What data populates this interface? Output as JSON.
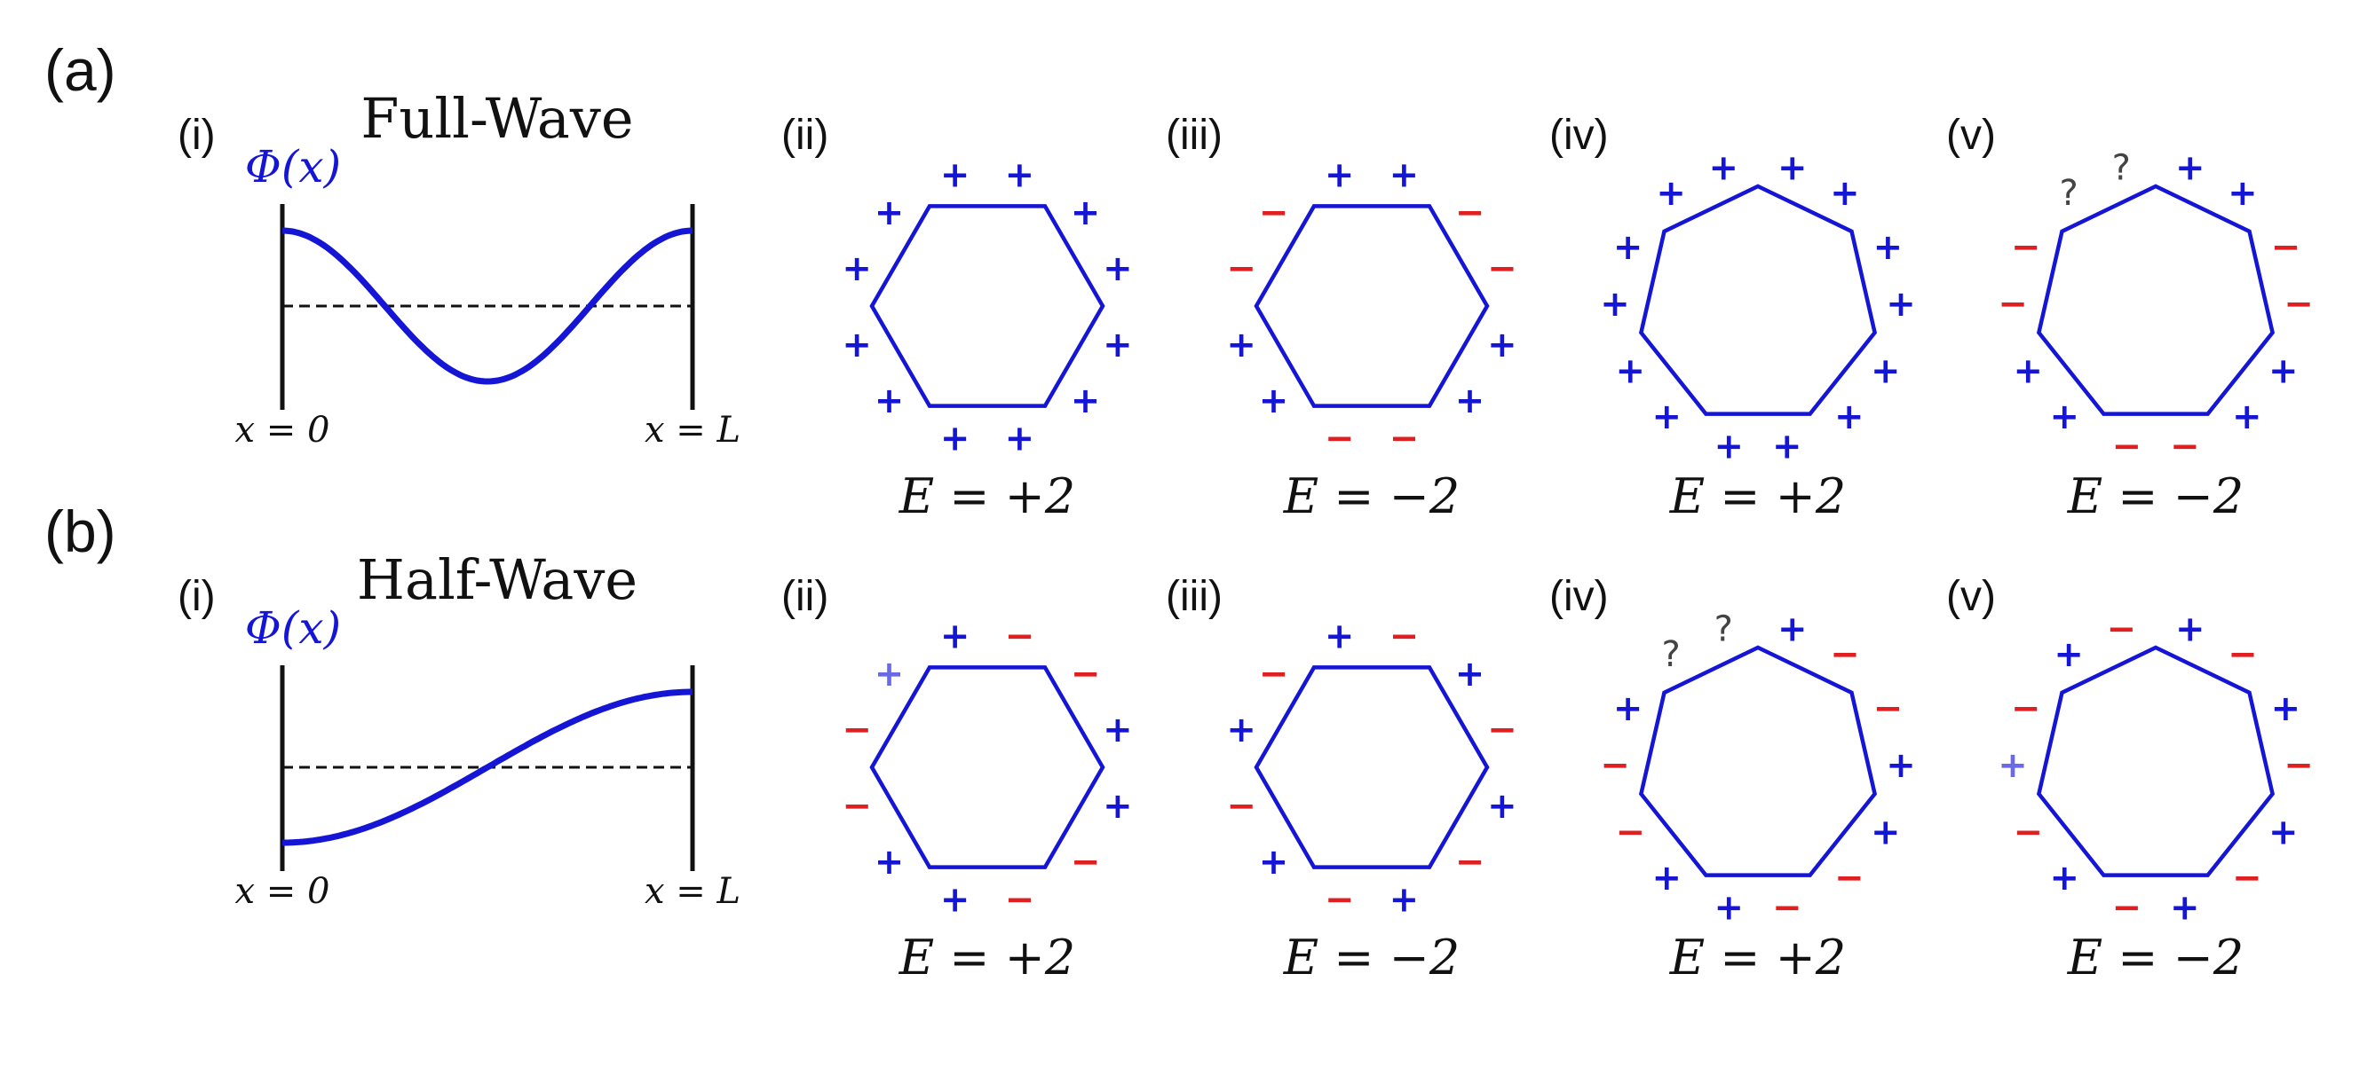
{
  "accent_blue": "#1515d6",
  "minus_red": "#e02020",
  "faint_blue": "#6a6ae8",
  "question_gray": "#444444",
  "rows": [
    {
      "label": "(a)",
      "title": "Full-Wave",
      "wave_label": "Φ(x)",
      "x_left": "x = 0",
      "x_right": "x = L",
      "wave": "full",
      "panels": [
        {
          "label": "(i)"
        },
        {
          "label": "(ii)",
          "energy": "E = +2",
          "sides": 6,
          "signs": [
            {
              "t": "+"
            },
            {
              "t": "+"
            },
            {
              "t": "+"
            },
            {
              "t": "+"
            },
            {
              "t": "+"
            },
            {
              "t": "+"
            },
            {
              "t": "+"
            },
            {
              "t": "+"
            },
            {
              "t": "+"
            },
            {
              "t": "+"
            },
            {
              "t": "+"
            },
            {
              "t": "+"
            }
          ]
        },
        {
          "label": "(iii)",
          "energy": "E = −2",
          "sides": 6,
          "signs": [
            {
              "t": "+"
            },
            {
              "t": "+"
            },
            {
              "t": "−"
            },
            {
              "t": "−"
            },
            {
              "t": "+"
            },
            {
              "t": "+"
            },
            {
              "t": "−"
            },
            {
              "t": "−"
            },
            {
              "t": "+"
            },
            {
              "t": "+"
            },
            {
              "t": "−"
            },
            {
              "t": "−"
            }
          ]
        },
        {
          "label": "(iv)",
          "energy": "E = +2",
          "sides": 7,
          "signs": [
            {
              "t": "+"
            },
            {
              "t": "+"
            },
            {
              "t": "+"
            },
            {
              "t": "+"
            },
            {
              "t": "+"
            },
            {
              "t": "+"
            },
            {
              "t": "+"
            },
            {
              "t": "+"
            },
            {
              "t": "+"
            },
            {
              "t": "+"
            },
            {
              "t": "+"
            },
            {
              "t": "+"
            },
            {
              "t": "+"
            },
            {
              "t": "+"
            }
          ]
        },
        {
          "label": "(v)",
          "energy": "E = −2",
          "sides": 7,
          "signs": [
            {
              "t": "+"
            },
            {
              "t": "+"
            },
            {
              "t": "−"
            },
            {
              "t": "−"
            },
            {
              "t": "+"
            },
            {
              "t": "+"
            },
            {
              "t": "−"
            },
            {
              "t": "−"
            },
            {
              "t": "+"
            },
            {
              "t": "+"
            },
            {
              "t": "−"
            },
            {
              "t": "−"
            },
            {
              "t": "?"
            },
            {
              "t": "?"
            }
          ]
        }
      ]
    },
    {
      "label": "(b)",
      "title": "Half-Wave",
      "wave_label": "Φ(x)",
      "x_left": "x = 0",
      "x_right": "x = L",
      "wave": "half",
      "panels": [
        {
          "label": "(i)"
        },
        {
          "label": "(ii)",
          "energy": "E = +2",
          "sides": 6,
          "signs": [
            {
              "t": "+"
            },
            {
              "t": "−"
            },
            {
              "t": "−"
            },
            {
              "t": "+"
            },
            {
              "t": "+"
            },
            {
              "t": "−"
            },
            {
              "t": "−"
            },
            {
              "t": "+",
              "faint": true
            },
            {
              "t": "+"
            },
            {
              "t": "−"
            },
            {
              "t": "−"
            },
            {
              "t": "+"
            }
          ]
        },
        {
          "label": "(iii)",
          "energy": "E = −2",
          "sides": 6,
          "signs": [
            {
              "t": "+"
            },
            {
              "t": "−"
            },
            {
              "t": "+"
            },
            {
              "t": "−"
            },
            {
              "t": "+"
            },
            {
              "t": "−"
            },
            {
              "t": "+"
            },
            {
              "t": "−"
            },
            {
              "t": "+"
            },
            {
              "t": "−"
            },
            {
              "t": "+"
            },
            {
              "t": "−"
            }
          ]
        },
        {
          "label": "(iv)",
          "energy": "E = +2",
          "sides": 7,
          "signs": [
            {
              "t": "+"
            },
            {
              "t": "−"
            },
            {
              "t": "−"
            },
            {
              "t": "+"
            },
            {
              "t": "+"
            },
            {
              "t": "−"
            },
            {
              "t": "−"
            },
            {
              "t": "+"
            },
            {
              "t": "+"
            },
            {
              "t": "−"
            },
            {
              "t": "−"
            },
            {
              "t": "+"
            },
            {
              "t": "?"
            },
            {
              "t": "?"
            }
          ]
        },
        {
          "label": "(v)",
          "energy": "E = −2",
          "sides": 7,
          "signs": [
            {
              "t": "+"
            },
            {
              "t": "−"
            },
            {
              "t": "+"
            },
            {
              "t": "−"
            },
            {
              "t": "+"
            },
            {
              "t": "−"
            },
            {
              "t": "+"
            },
            {
              "t": "−"
            },
            {
              "t": "+"
            },
            {
              "t": "−"
            },
            {
              "t": "+",
              "faint": true
            },
            {
              "t": "−"
            },
            {
              "t": "+"
            },
            {
              "t": "−"
            }
          ]
        }
      ]
    }
  ]
}
